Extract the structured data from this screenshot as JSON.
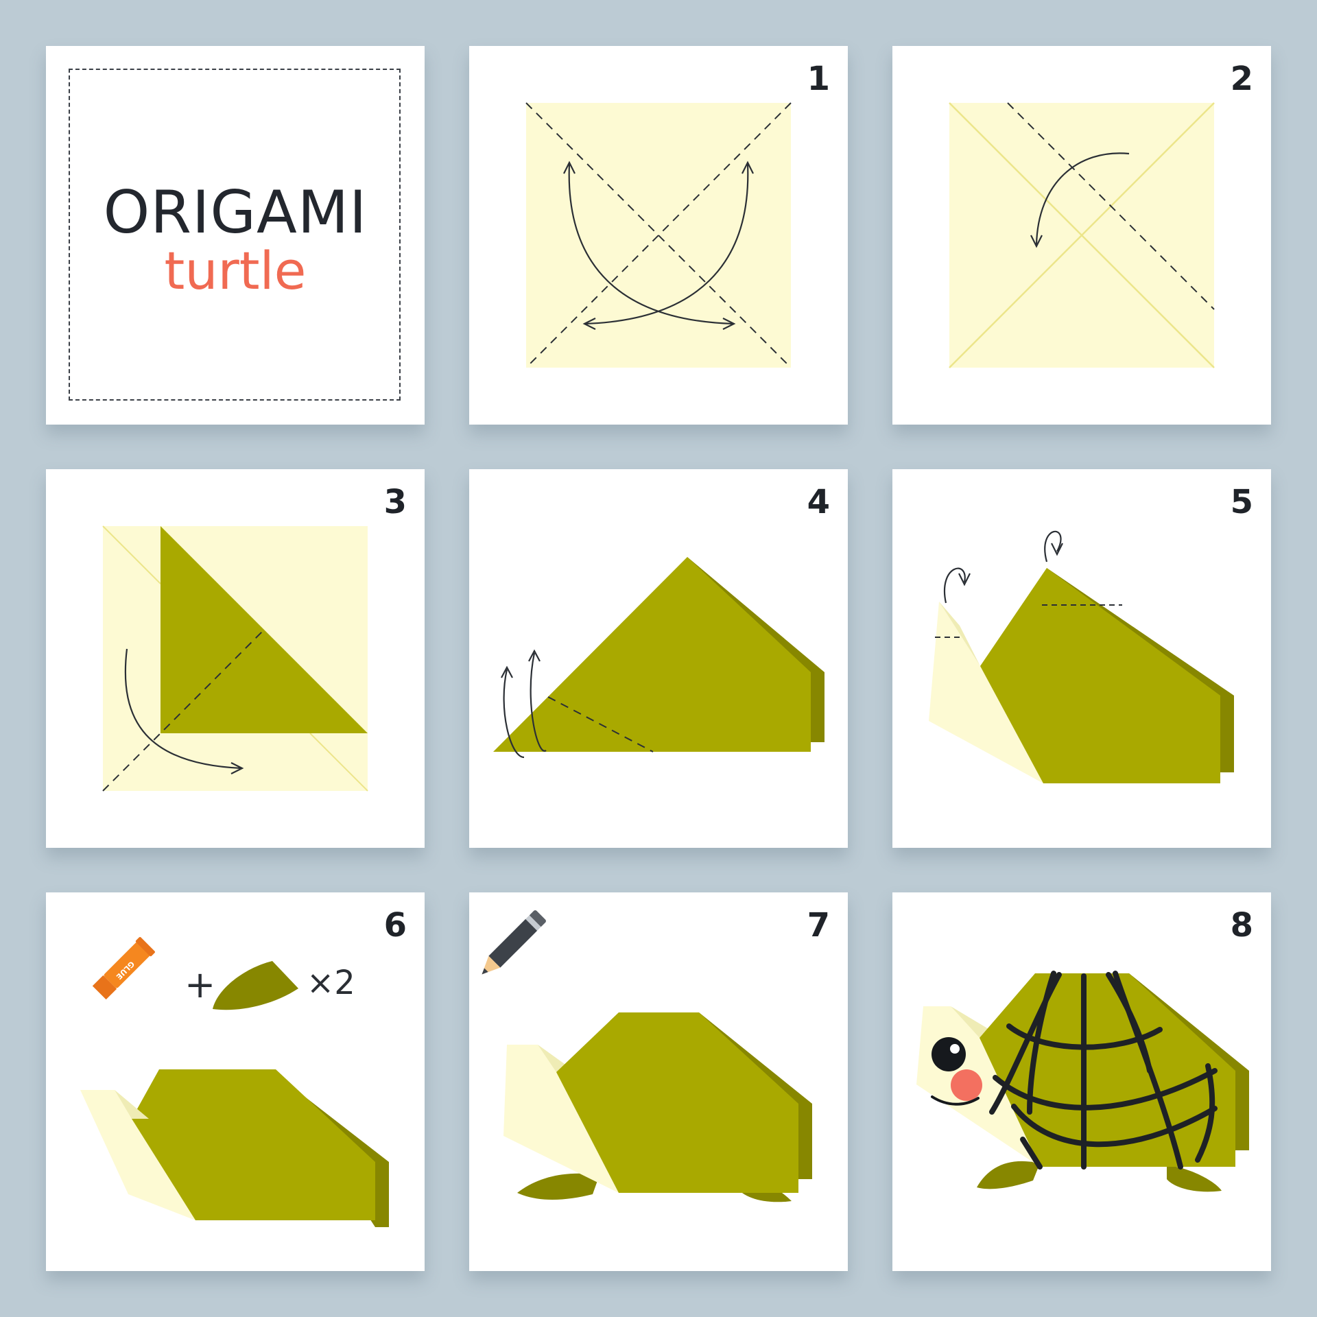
{
  "title": {
    "main": "ORIGAMI",
    "sub": "turtle"
  },
  "steps": [
    {
      "number": "1"
    },
    {
      "number": "2"
    },
    {
      "number": "3"
    },
    {
      "number": "4"
    },
    {
      "number": "5"
    },
    {
      "number": "6"
    },
    {
      "number": "7"
    },
    {
      "number": "8"
    }
  ],
  "step6": {
    "plus": "+",
    "multiplier": "×2",
    "glue_label": "GLUE"
  },
  "colors": {
    "background": "#bccbd4",
    "paper_light": "#fdfad3",
    "paper_green": "#a9a900",
    "paper_green_dark": "#878700",
    "accent_title": "#f06a52",
    "glue_orange": "#f5871f"
  },
  "icons": [
    "fold-arrow-icon",
    "glue-stick-icon",
    "pencil-icon",
    "flipper-icon",
    "eye-icon",
    "cheek-icon"
  ]
}
